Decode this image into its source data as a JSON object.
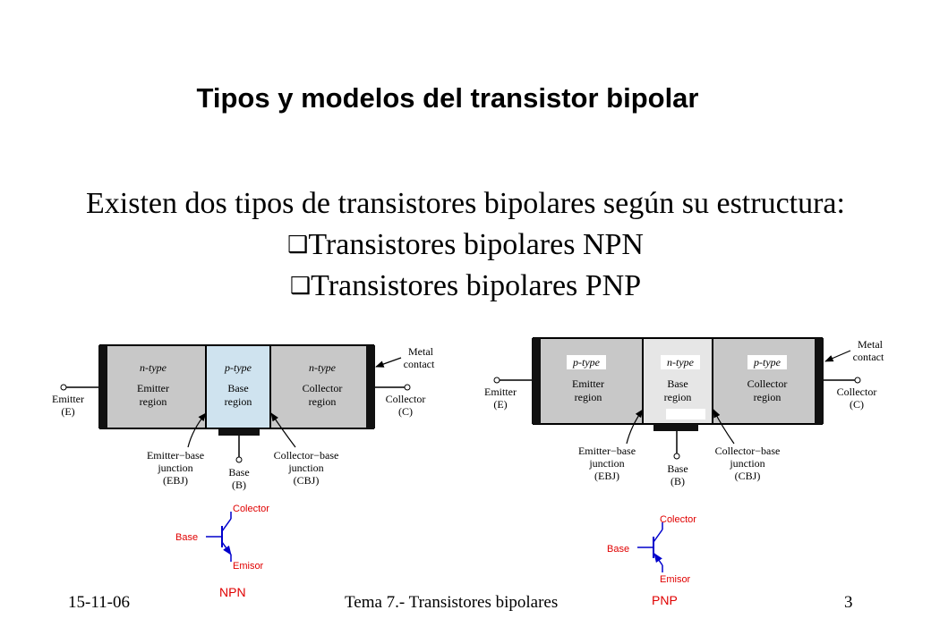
{
  "slide": {
    "title": "Tipos y modelos del transistor bipolar",
    "intro": "Existen dos tipos de transistores bipolares según su estructura:",
    "bullets": [
      "Transistores bipolares NPN",
      "Transistores bipolares PNP"
    ],
    "bullet_glyph": "❑"
  },
  "npn": {
    "regions": [
      {
        "type": "n-type",
        "name1": "Emitter",
        "name2": "region"
      },
      {
        "type": "p-type",
        "name1": "Base",
        "name2": "region"
      },
      {
        "type": "n-type",
        "name1": "Collector",
        "name2": "region"
      }
    ],
    "metal_contact": [
      "Metal",
      "contact"
    ],
    "emitter": [
      "Emitter",
      "(E)"
    ],
    "collector": [
      "Collector",
      "(C)"
    ],
    "base": [
      "Base",
      "(B)"
    ],
    "ebj": [
      "Emitter−base",
      "junction",
      "(EBJ)"
    ],
    "cbj": [
      "Collector−base",
      "junction",
      "(CBJ)"
    ],
    "symbol": {
      "collector": "Colector",
      "base": "Base",
      "emitter": "Emisor",
      "label": "NPN"
    }
  },
  "pnp": {
    "regions": [
      {
        "type": "p-type",
        "name1": "Emitter",
        "name2": "region"
      },
      {
        "type": "n-type",
        "name1": "Base",
        "name2": "region"
      },
      {
        "type": "p-type",
        "name1": "Collector",
        "name2": "region"
      }
    ],
    "metal_contact": [
      "Metal",
      "contact"
    ],
    "emitter": [
      "Emitter",
      "(E)"
    ],
    "collector": [
      "Collector",
      "(C)"
    ],
    "base": [
      "Base",
      "(B)"
    ],
    "ebj": [
      "Emitter−base",
      "junction",
      "(EBJ)"
    ],
    "cbj": [
      "Collector−base",
      "junction",
      "(CBJ)"
    ],
    "symbol": {
      "collector": "Colector",
      "base": "Base",
      "emitter": "Emisor",
      "label": "PNP"
    }
  },
  "footer": {
    "date": "15-11-06",
    "center": "Tema 7.- Transistores bipolares",
    "page": "3"
  },
  "colors": {
    "region": "#c8c8c8",
    "npn_base": "#cfe3ef",
    "pnp_base": "#e6e6e6",
    "symbol": "#0000cc",
    "labels": "#e00000"
  }
}
